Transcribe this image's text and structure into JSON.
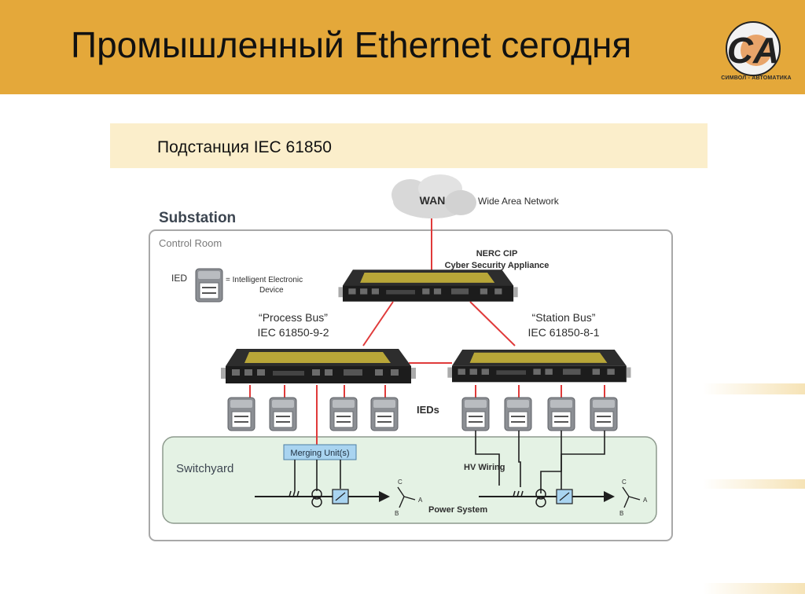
{
  "header": {
    "title": "Промышленный Ethernet сегодня",
    "logo_letters": "CA",
    "logo_caption": "СИМВОЛ - АВТОМАТИКА"
  },
  "subtitle": "Подстанция IEC 61850",
  "diagram": {
    "substation_label": "Substation",
    "control_room_label": "Control Room",
    "wan_label": "WAN",
    "wan_description": "Wide Area Network",
    "nerc_line1": "NERC CIP",
    "nerc_line2": "Cyber Security Appliance",
    "ied_legend_label": "IED",
    "ied_legend_text1": "= Intelligent Electronic",
    "ied_legend_text2": "Device",
    "process_bus_line1": "“Process Bus”",
    "process_bus_line2": "IEC 61850-9-2",
    "station_bus_line1": "“Station Bus”",
    "station_bus_line2": "IEC 61850-8-1",
    "ieds_label": "IEDs",
    "switchyard_label": "Switchyard",
    "merging_unit_label": "Merging Unit(s)",
    "hv_wiring_label": "HV Wiring",
    "power_system_label": "Power System",
    "phase_a": "A",
    "phase_b": "B",
    "phase_c": "C"
  },
  "colors": {
    "header": "#e4a83a",
    "subtitle_band": "#fbeecb",
    "link_red": "#e03a3a",
    "switchyard_fill": "#e4f2e4",
    "merging_unit": "#a9d4f0"
  }
}
